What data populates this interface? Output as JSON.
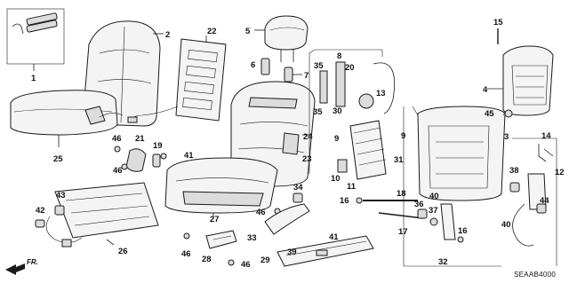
{
  "diagram": {
    "code": "SEAAB4000",
    "direction": "FR.",
    "labels": {
      "p1": "1",
      "p2": "2",
      "p3": "3",
      "p4": "4",
      "p5": "5",
      "p6": "6",
      "p7": "7",
      "p8": "8",
      "p9a": "9",
      "p9b": "9",
      "p10": "10",
      "p11": "11",
      "p12": "12",
      "p13": "13",
      "p14": "14",
      "p15": "15",
      "p16a": "16",
      "p16b": "16",
      "p17": "17",
      "p18": "18",
      "p19": "19",
      "p20": "20",
      "p21": "21",
      "p22": "22",
      "p23": "23",
      "p24": "24",
      "p25": "25",
      "p26": "26",
      "p27": "27",
      "p28": "28",
      "p29": "29",
      "p30": "30",
      "p31": "31",
      "p32": "32",
      "p33": "33",
      "p34": "34",
      "p35a": "35",
      "p35b": "35",
      "p36": "36",
      "p37": "37",
      "p38": "38",
      "p39": "39",
      "p40a": "40",
      "p40b": "40",
      "p41a": "41",
      "p41b": "41",
      "p42": "42",
      "p43": "43",
      "p44": "44",
      "p45": "45",
      "p46a": "46",
      "p46b": "46",
      "p46c": "46",
      "p46d": "46",
      "p46e": "46"
    }
  }
}
